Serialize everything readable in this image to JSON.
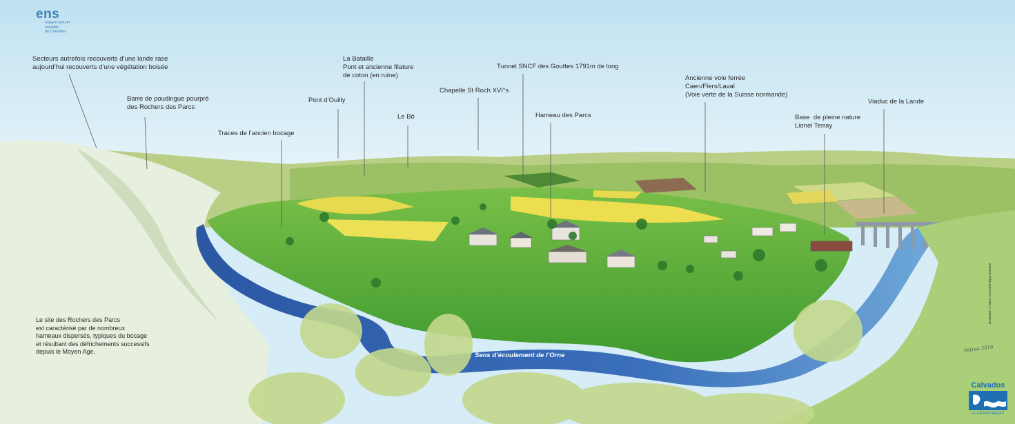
{
  "brand": {
    "ens_word": "ens",
    "ens_sub": "espace naturel\nsensible\ndu Calvados"
  },
  "labels": {
    "secteurs": "Secteurs autrefois recouverts d’une lande rase\naujourd’hui recouverts d’une végétation boisée",
    "barre": "Barre de poudingue pourpré\ndes Rochers des Parcs",
    "traces": "Traces de l’ancien bocage",
    "pont_ouilly": "Pont d’Ouilly",
    "la_bataille": "La Bataille\nPont et ancienne filature\nde coton (en ruine)",
    "le_bo": "Le Bô",
    "chapelle": "Chapelle St Roch XVI°s",
    "tunnel": "Tunnel SNCF des Gouttes 1791m de long",
    "hameau": "Hameau des Parcs",
    "voie_ferree": "Ancienne voie ferrée\nCaen/Flers/Laval\n(Voie verte de la Suisse normande)",
    "base": "Base  de pleine nature\nLionel Terray",
    "viaduc": "Viaduc de la Lande",
    "site": "Le site des Rochers des Parcs\nest caractérisé par de nombreux\nhameaux dispersés, typiques du bocage\net résultant des défrichements successifs\ndepuis le Moyen Age.",
    "flow": "Sens d’écoulement de l’Orne"
  },
  "signature": "Pétrus 2016",
  "credit": "Illustration : Patrice ©Conseil départemental",
  "calvados": {
    "name": "Calvados",
    "dept": "LE DÉPARTEMENT"
  },
  "colors": {
    "sky": "#cfe8f4",
    "river": "#2f5ea8",
    "meadow": "#5fae3c",
    "rapeseed": "#e7d84a",
    "brand_blue": "#1e6fb4"
  }
}
